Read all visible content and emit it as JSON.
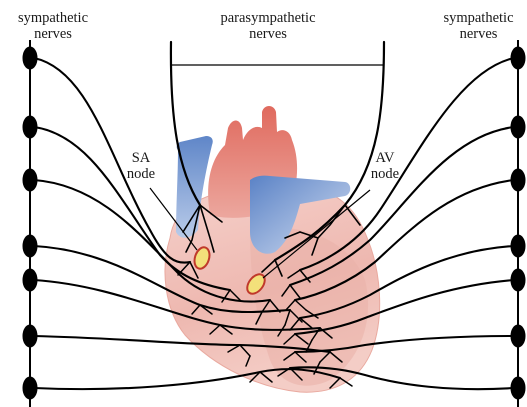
{
  "labels": {
    "left_nerves": [
      "sympathetic",
      "nerves"
    ],
    "right_nerves": [
      "sympathetic",
      "nerves"
    ],
    "top_nerves": [
      "parasympathetic",
      "nerves"
    ],
    "sa_node": [
      "SA",
      "node"
    ],
    "av_node": [
      "AV",
      "node"
    ]
  },
  "colors": {
    "nerve": "#000000",
    "heart_body": "#f2c3bc",
    "heart_dark": "#e39a8f",
    "vessel_blue": "#6f94d0",
    "node_fill": "#f3e07a",
    "node_stroke": "#c0392b"
  }
}
